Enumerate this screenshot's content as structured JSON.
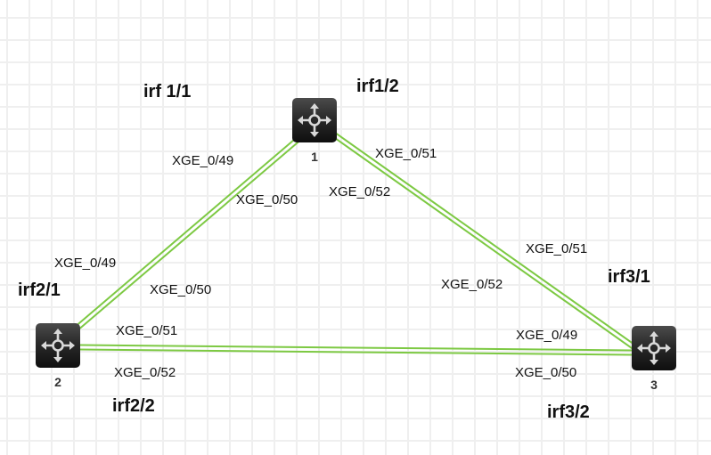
{
  "diagram": {
    "link_color": "#7dc943",
    "nodes": [
      {
        "id": "1",
        "label": "1",
        "icon": "router-icon"
      },
      {
        "id": "2",
        "label": "2",
        "icon": "router-icon"
      },
      {
        "id": "3",
        "label": "3",
        "icon": "router-icon"
      }
    ],
    "links": [
      {
        "from": "1",
        "to": "2",
        "style": "double-line"
      },
      {
        "from": "1",
        "to": "3",
        "style": "double-line"
      },
      {
        "from": "2",
        "to": "3",
        "style": "double-line"
      }
    ],
    "irf_labels": {
      "irf1_1": "irf 1/1",
      "irf1_2": "irf1/2",
      "irf2_1": "irf2/1",
      "irf2_2": "irf2/2",
      "irf3_1": "irf3/1",
      "irf3_2": "irf3/2"
    },
    "port_labels": {
      "n1_to_n2_a": "XGE_0/49",
      "n1_to_n2_b": "XGE_0/50",
      "n1_to_n3_a": "XGE_0/51",
      "n1_to_n3_b": "XGE_0/52",
      "n2_to_n1_a": "XGE_0/49",
      "n2_to_n1_b": "XGE_0/50",
      "n2_to_n3_a": "XGE_0/51",
      "n2_to_n3_b": "XGE_0/52",
      "n3_to_n1_a": "XGE_0/51",
      "n3_to_n1_b": "XGE_0/52",
      "n3_to_n2_a": "XGE_0/49",
      "n3_to_n2_b": "XGE_0/50"
    }
  }
}
